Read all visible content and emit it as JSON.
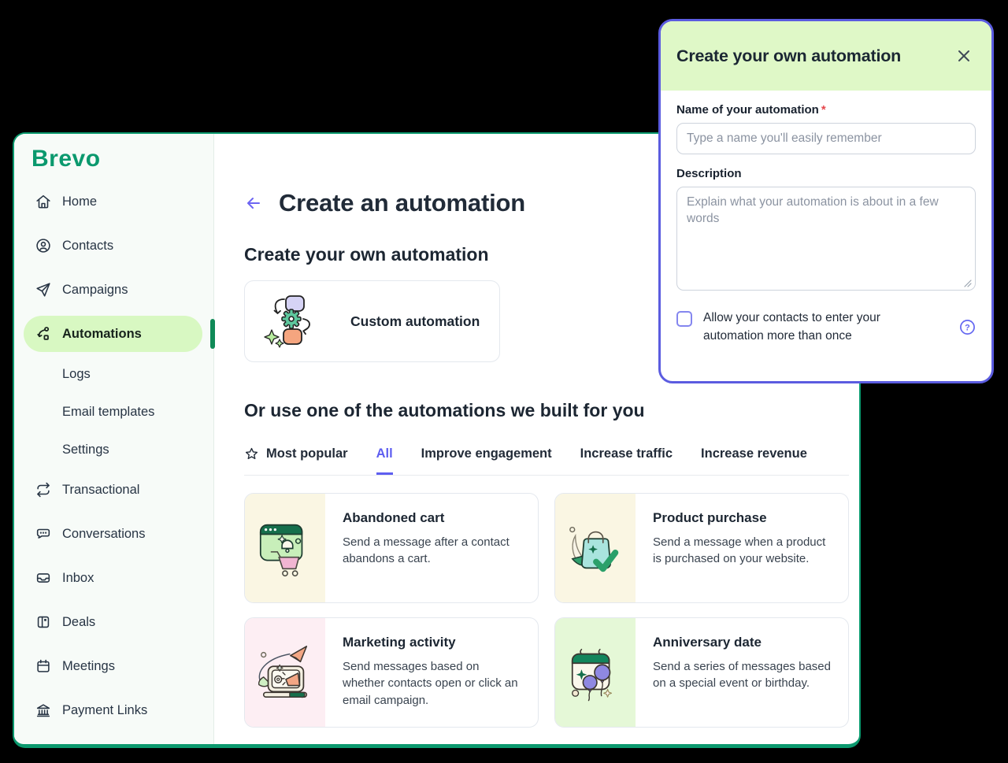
{
  "sidebar": {
    "logo": "Brevo",
    "items": [
      {
        "label": "Home",
        "icon": "home-icon",
        "active": false,
        "sub": false
      },
      {
        "label": "Contacts",
        "icon": "contacts-icon",
        "active": false,
        "sub": false
      },
      {
        "label": "Campaigns",
        "icon": "campaigns-icon",
        "active": false,
        "sub": false
      },
      {
        "label": "Automations",
        "icon": "automations-icon",
        "active": true,
        "sub": false
      },
      {
        "label": "Logs",
        "icon": null,
        "active": false,
        "sub": true
      },
      {
        "label": "Email templates",
        "icon": null,
        "active": false,
        "sub": true
      },
      {
        "label": "Settings",
        "icon": null,
        "active": false,
        "sub": true
      },
      {
        "label": "Transactional",
        "icon": "transactional-icon",
        "active": false,
        "sub": false
      },
      {
        "label": "Conversations",
        "icon": "conversations-icon",
        "active": false,
        "sub": false
      },
      {
        "label": "Inbox",
        "icon": "inbox-icon",
        "active": false,
        "sub": false
      },
      {
        "label": "Deals",
        "icon": "deals-icon",
        "active": false,
        "sub": false
      },
      {
        "label": "Meetings",
        "icon": "meetings-icon",
        "active": false,
        "sub": false
      },
      {
        "label": "Payment Links",
        "icon": "payment-links-icon",
        "active": false,
        "sub": false
      }
    ]
  },
  "main": {
    "page_title": "Create an automation",
    "create_own_heading": "Create your own automation",
    "custom_automation_label": "Custom automation",
    "prebuilt_heading": "Or use one of the automations we built for you",
    "tabs": [
      {
        "label": "Most popular",
        "icon": "star-icon",
        "active": false
      },
      {
        "label": "All",
        "active": true
      },
      {
        "label": "Improve engagement",
        "active": false
      },
      {
        "label": "Increase traffic",
        "active": false
      },
      {
        "label": "Increase revenue",
        "active": false
      }
    ],
    "cards": [
      {
        "title": "Abandoned cart",
        "description": "Send a message after a contact abandons a cart.",
        "illustration": "abandoned-cart-illustration",
        "panel_color": "#faf6e3"
      },
      {
        "title": "Product purchase",
        "description": "Send a message when a product is purchased on your website.",
        "illustration": "product-purchase-illustration",
        "panel_color": "#faf6e3"
      },
      {
        "title": "Marketing activity",
        "description": "Send messages based on whether contacts open or click an email campaign.",
        "illustration": "marketing-activity-illustration",
        "panel_color": "#fdeef3"
      },
      {
        "title": "Anniversary date",
        "description": "Send a series of messages based on a special event or birthday.",
        "illustration": "anniversary-date-illustration",
        "panel_color": "#e5f8d7"
      }
    ]
  },
  "modal": {
    "title": "Create your own automation",
    "name_label": "Name of your automation",
    "required_marker": "*",
    "name_placeholder": "Type a name you'll easily remember",
    "name_value": "",
    "description_label": "Description",
    "description_placeholder": "Explain what your automation is about in a few words",
    "description_value": "",
    "reentry_checkbox_label": "Allow your contacts to enter your automation more than once",
    "reentry_checkbox_checked": false
  },
  "colors": {
    "brand_green": "#0b996e",
    "window_border": "#0b996e",
    "sidebar_bg": "#f7fbf8",
    "active_pill_bg": "#d8f8c2",
    "active_indicator": "#0f8a57",
    "accent_purple": "#5e5ef0",
    "modal_border": "#5b5ce0",
    "modal_header_bg": "#dff8c7",
    "required_red": "#e5484d",
    "card_cream": "#faf6e3",
    "card_pink": "#fdeef3",
    "card_green": "#e5f8d7"
  }
}
